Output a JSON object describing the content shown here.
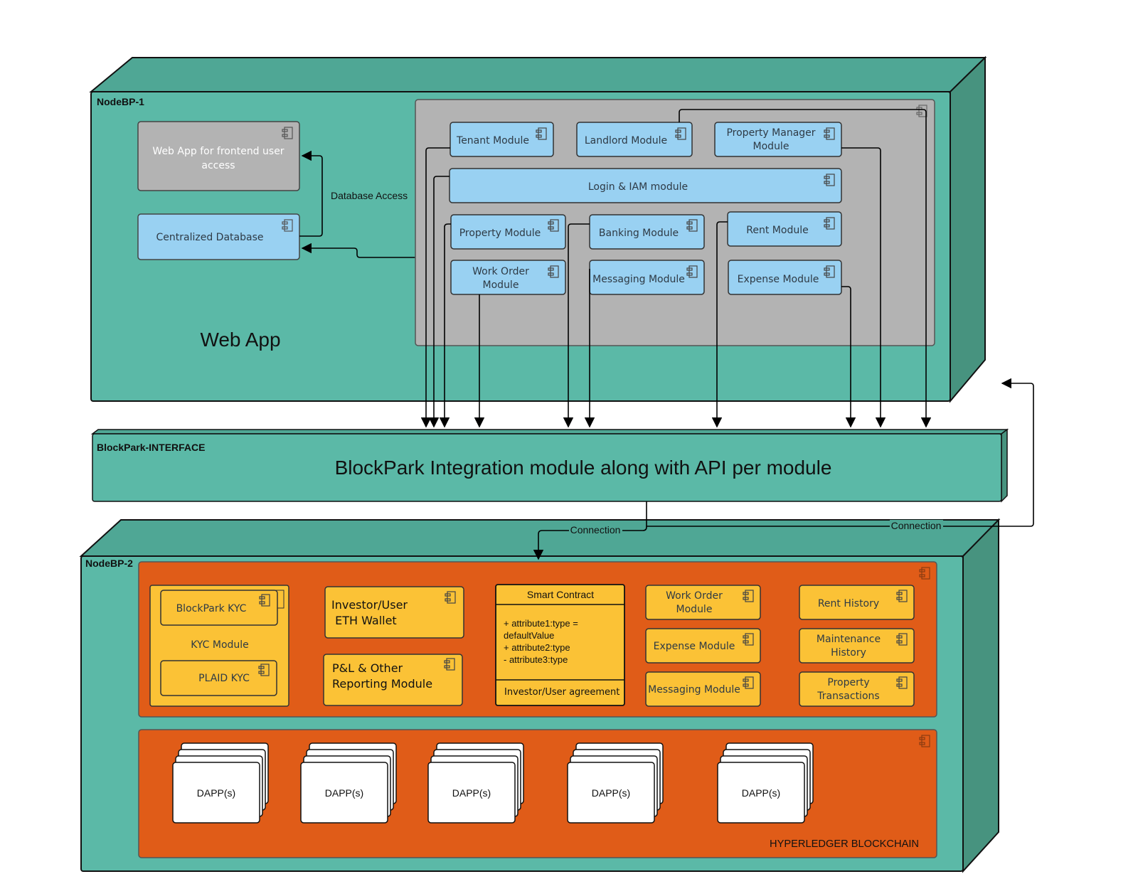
{
  "colors": {
    "node_face": "#5bb9a7",
    "node_top": "#4fa795",
    "node_side": "#47937f",
    "web_panel": "#b3b3b3",
    "module_blue": "#99d1f2",
    "module_grey": "#b3b3b3",
    "orange_panel": "#e05c18",
    "module_yellow": "#fbc236",
    "dapp_white": "#ffffff"
  },
  "node1": {
    "label": "NodeBP-1",
    "title": "Web App",
    "web_app_box": [
      "Web App for frontend user",
      "access"
    ],
    "database_box": "Centralized Database",
    "database_access_label": "Database Access",
    "modules": {
      "tenant": "Tenant Module",
      "landlord": "Landlord Module",
      "property_manager": [
        "Property Manager",
        "Module"
      ],
      "login": "Login & IAM module",
      "property": "Property Module",
      "banking": "Banking Module",
      "rent": "Rent Module",
      "work_order": [
        "Work Order",
        "Module"
      ],
      "messaging": "Messaging Module",
      "expense": "Expense Module"
    }
  },
  "interface": {
    "label": "BlockPark-INTERFACE",
    "title": "BlockPark Integration module along with API per module"
  },
  "connections": {
    "left": "Connection",
    "right": "Connection"
  },
  "node2": {
    "label": "NodeBP-2",
    "kyc": {
      "title": "KYC Module",
      "blockpark": "BlockPark KYC",
      "plaid": "PLAID  KYC"
    },
    "wallet": [
      "Investor/User",
      " ETH Wallet"
    ],
    "reporting": [
      "P&L & Other",
      "Reporting Module"
    ],
    "smart_contract": {
      "title": "Smart Contract",
      "attributes": [
        "+ attribute1:type =",
        "defaultValue",
        "+ attribute2:type",
        "- attribute3:type"
      ],
      "operation": "Investor/User agreement"
    },
    "col3": {
      "work_order": [
        "Work Order",
        "Module"
      ],
      "expense": "Expense Module",
      "messaging": "Messaging Module"
    },
    "col4": {
      "rent_history": "Rent History",
      "maintenance": [
        "Maintenance",
        "History"
      ],
      "property_tx": [
        "Property",
        "Transactions"
      ]
    },
    "dapps": [
      "DAPP(s)",
      "DAPP(s)",
      "DAPP(s)",
      "DAPP(s)",
      "DAPP(s)"
    ],
    "blockchain_label": "HYPERLEDGER BLOCKCHAIN"
  }
}
